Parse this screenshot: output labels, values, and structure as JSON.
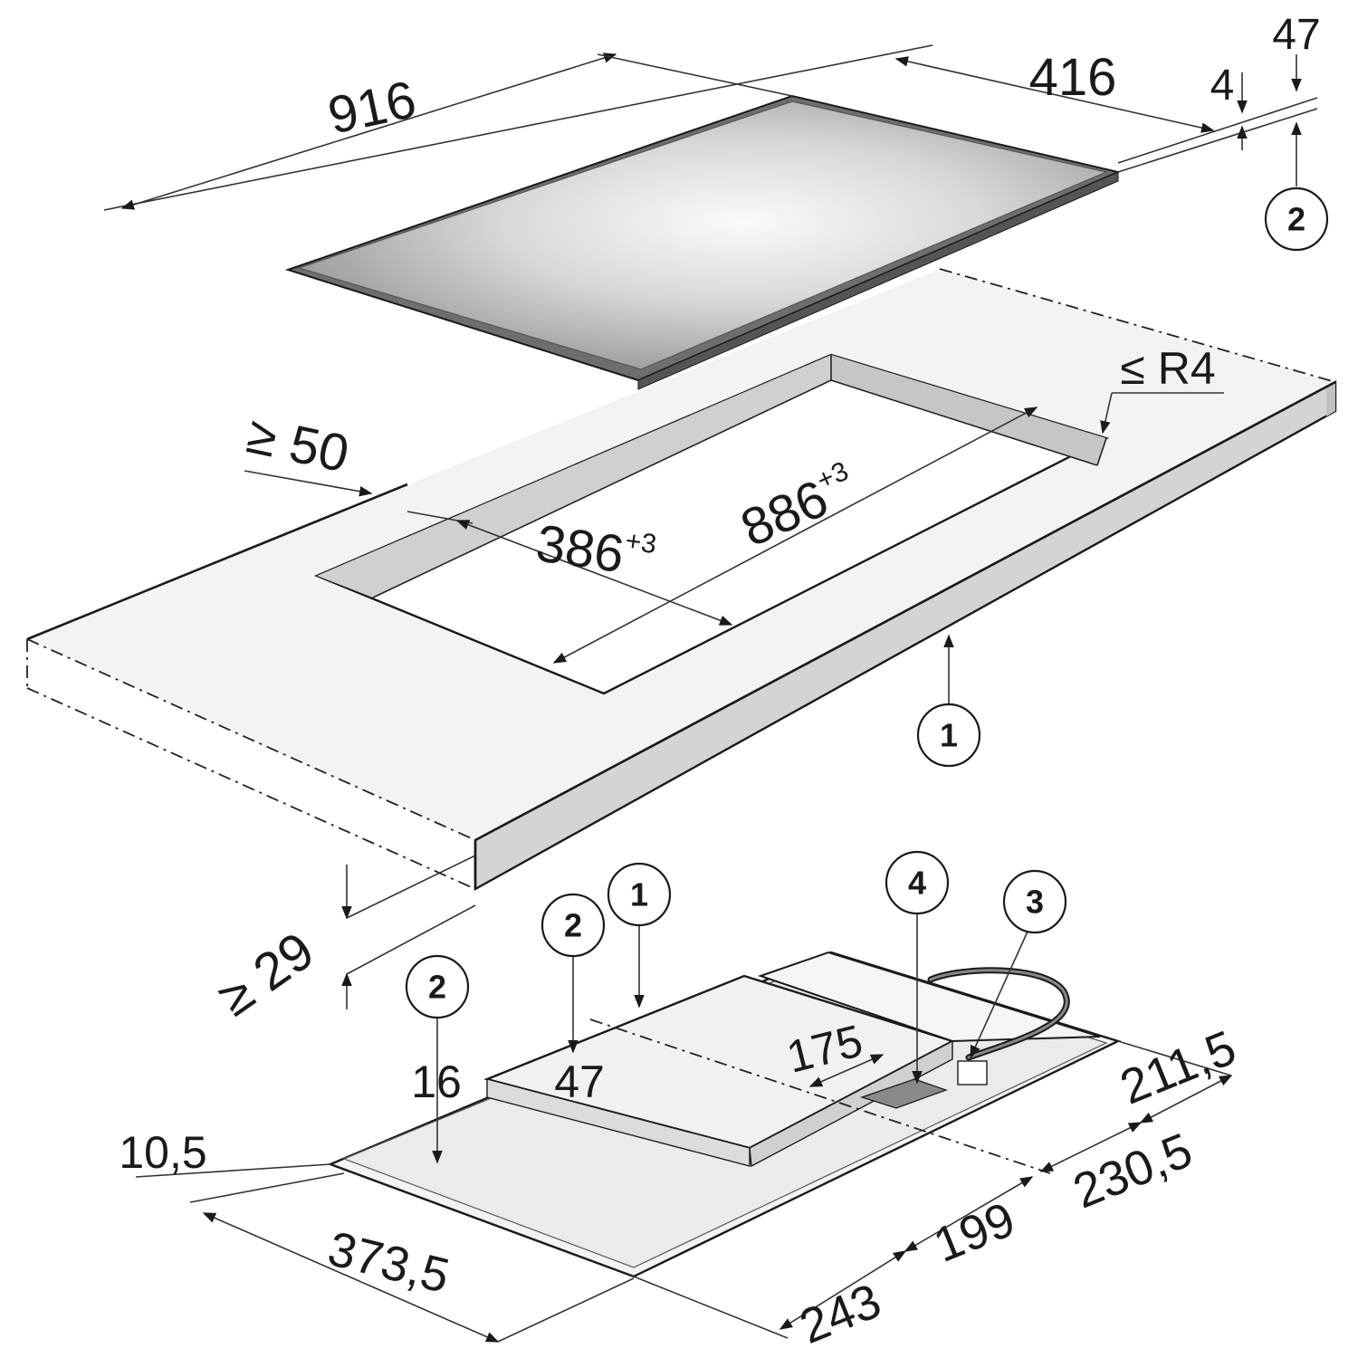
{
  "dimensions": {
    "top_length": "916",
    "top_depth": "416",
    "glass_thickness": "4",
    "unit_height": "47",
    "side_clearance": "≥ 50",
    "cutout_width": "386",
    "cutout_width_tol": "+3",
    "cutout_length": "886",
    "cutout_length_tol": "+3",
    "corner_radius": "≤ R4",
    "worktop_thickness": "≥ 29",
    "bottom_offset_175": "175",
    "bottom_height_47": "47",
    "bottom_height_16": "16",
    "bottom_edge_105": "10,5",
    "bottom_len_3735": "373,5",
    "bottom_len_243": "243",
    "bottom_len_199": "199",
    "bottom_len_2305": "230,5",
    "bottom_len_2115": "211,5"
  },
  "callouts": {
    "c2_top": "2",
    "c1_worktop": "1",
    "c1_bottom": "1",
    "c2_bottom_a": "2",
    "c2_bottom_b": "2",
    "c3": "3",
    "c4": "4"
  },
  "colors": {
    "line": "#1a1a1a",
    "worktop_fill": "#f2f2f2",
    "worktop_edge": "#d6d6d6",
    "glass_dark": "#9a9a9a",
    "glass_light": "#f4f4f4"
  }
}
